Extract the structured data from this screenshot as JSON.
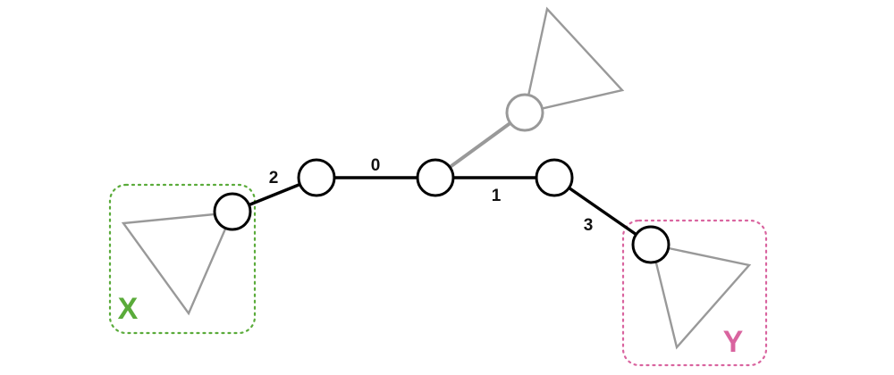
{
  "colors": {
    "path": "#000000",
    "subtree": "#999999",
    "group_x": "#5aab3a",
    "group_y": "#d9649f",
    "label": "#111111"
  },
  "edges": [
    {
      "label": "2"
    },
    {
      "label": "0"
    },
    {
      "label": "1"
    },
    {
      "label": "3"
    }
  ],
  "groups": {
    "x": {
      "label": "X"
    },
    "y": {
      "label": "Y"
    }
  }
}
